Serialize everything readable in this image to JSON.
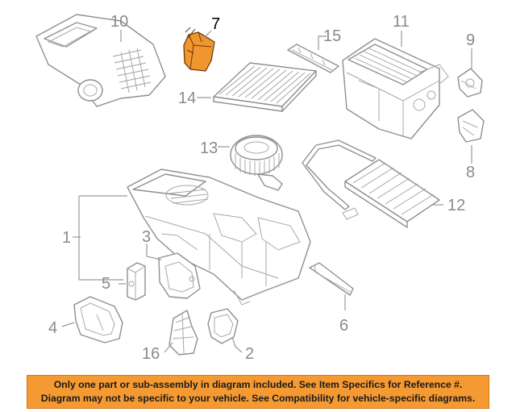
{
  "callouts": {
    "c1": "1",
    "c2": "2",
    "c3": "3",
    "c4": "4",
    "c5": "5",
    "c6": "6",
    "c7": "7",
    "c8": "8",
    "c9": "9",
    "c10": "10",
    "c11": "11",
    "c12": "12",
    "c13": "13",
    "c14": "14",
    "c15": "15",
    "c16": "16"
  },
  "highlight": {
    "part_number": "7",
    "color": "#f0962e"
  },
  "disclaimer": {
    "line1": "Only one part or sub-assembly in diagram included. See Item Specifics for Reference #.",
    "line2": "Diagram may not be specific to your vehicle. See Compatibility for vehicle-specific diagrams."
  }
}
